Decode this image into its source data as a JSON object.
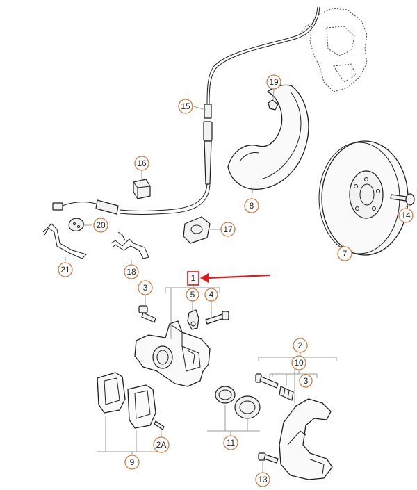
{
  "callouts": [
    {
      "id": "c15",
      "label": "15"
    },
    {
      "id": "c19",
      "label": "19"
    },
    {
      "id": "c16",
      "label": "16"
    },
    {
      "id": "c20",
      "label": "20"
    },
    {
      "id": "c17",
      "label": "17"
    },
    {
      "id": "c8",
      "label": "8"
    },
    {
      "id": "c14",
      "label": "14"
    },
    {
      "id": "c7",
      "label": "7"
    },
    {
      "id": "c21",
      "label": "21"
    },
    {
      "id": "c18",
      "label": "18"
    },
    {
      "id": "c1",
      "label": "1"
    },
    {
      "id": "c3a",
      "label": "3"
    },
    {
      "id": "c5",
      "label": "5"
    },
    {
      "id": "c4",
      "label": "4"
    },
    {
      "id": "c2",
      "label": "2"
    },
    {
      "id": "c10",
      "label": "10"
    },
    {
      "id": "c3b",
      "label": "3"
    },
    {
      "id": "c9",
      "label": "9"
    },
    {
      "id": "c2A",
      "label": "2A"
    },
    {
      "id": "c11",
      "label": "11"
    },
    {
      "id": "c13",
      "label": "13"
    }
  ],
  "colors": {
    "highlight": "#e01818",
    "callout_ring": "#d07a3c",
    "line_art": "#1c1c1c"
  }
}
